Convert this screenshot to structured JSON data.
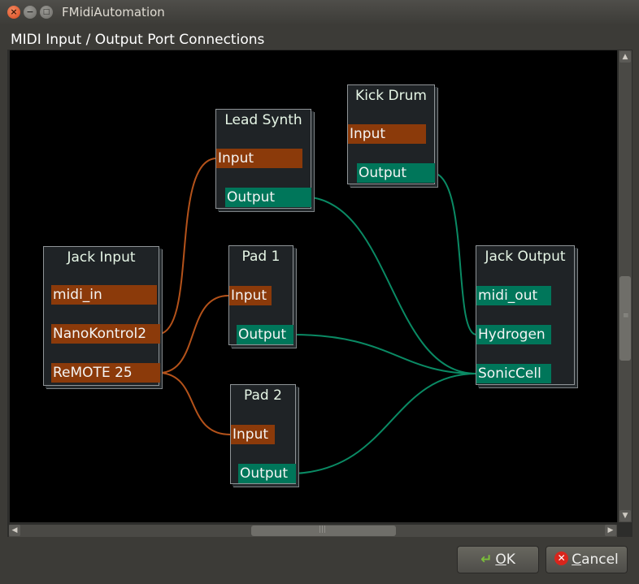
{
  "window": {
    "title": "FMidiAutomation"
  },
  "section": {
    "title": "MIDI Input / Output Port Connections"
  },
  "nodes": {
    "lead_synth": {
      "title": "Lead Synth",
      "ports": [
        "Input",
        "Output"
      ]
    },
    "kick_drum": {
      "title": "Kick Drum",
      "ports": [
        "Input",
        "Output"
      ]
    },
    "jack_input": {
      "title": "Jack Input",
      "ports": [
        "midi_in",
        "NanoKontrol2",
        "ReMOTE 25"
      ]
    },
    "pad1": {
      "title": "Pad 1",
      "ports": [
        "Input",
        "Output"
      ]
    },
    "pad2": {
      "title": "Pad 2",
      "ports": [
        "Input",
        "Output"
      ]
    },
    "jack_output": {
      "title": "Jack Output",
      "ports": [
        "midi_out",
        "Hydrogen",
        "SonicCell"
      ]
    }
  },
  "connections": [
    {
      "from": "Jack Input: NanoKontrol2",
      "to": "Lead Synth: Input"
    },
    {
      "from": "Jack Input: ReMOTE 25",
      "to": "Pad 1: Input"
    },
    {
      "from": "Jack Input: ReMOTE 25",
      "to": "Pad 2: Input"
    },
    {
      "from": "Lead Synth: Output",
      "to": "Jack Output: SonicCell"
    },
    {
      "from": "Kick Drum: Output",
      "to": "Jack Output: Hydrogen"
    },
    {
      "from": "Pad 1: Output",
      "to": "Jack Output: SonicCell"
    },
    {
      "from": "Pad 2: Output",
      "to": "Jack Output: SonicCell"
    }
  ],
  "colors": {
    "input_port": "#8b3a0a",
    "output_port": "#00765a",
    "input_wire": "#b4521a",
    "output_wire": "#0a8a64",
    "canvas": "#000000"
  },
  "buttons": {
    "ok": {
      "mnemonic": "O",
      "rest": "K",
      "icon": "ok-arrow-icon"
    },
    "cancel": {
      "mnemonic": "C",
      "rest": "ancel",
      "icon": "cancel-icon"
    }
  }
}
